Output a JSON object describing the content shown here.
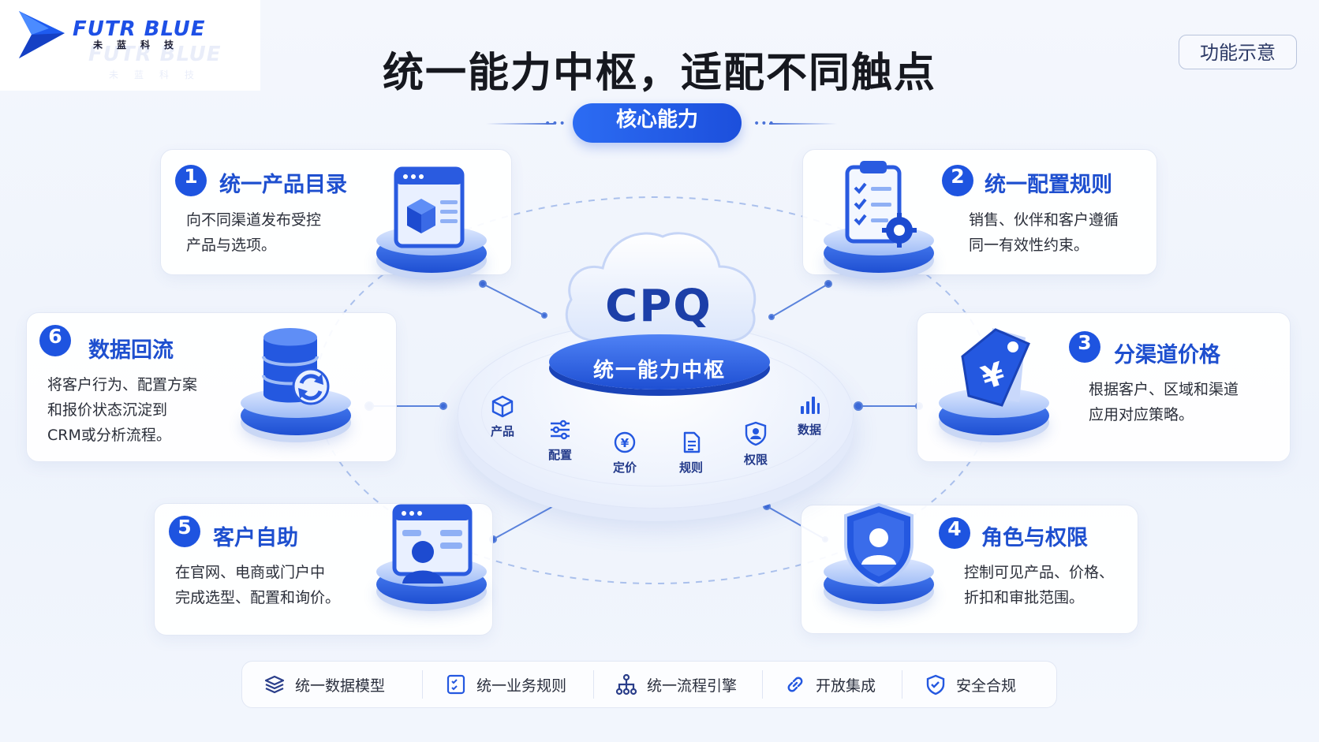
{
  "logo": {
    "brand": "FUTR BLUE",
    "sub": "未蓝科技",
    "ghost": "FUTR BLUE",
    "ghost_sub": "未蓝科技"
  },
  "header": {
    "title": "统一能力中枢，适配不同触点",
    "tag": "功能示意"
  },
  "core": {
    "label": "核心能力"
  },
  "center": {
    "cpq": "CPQ",
    "band": "统一能力中枢",
    "capabilities": [
      {
        "label": "产品",
        "icon": "box-icon"
      },
      {
        "label": "配置",
        "icon": "sliders-icon"
      },
      {
        "label": "定价",
        "icon": "yen-icon"
      },
      {
        "label": "规则",
        "icon": "document-icon"
      },
      {
        "label": "权限",
        "icon": "shield-user-icon"
      },
      {
        "label": "数据",
        "icon": "bar-chart-icon"
      }
    ]
  },
  "cards": [
    {
      "num": "1",
      "title": "统一产品目录",
      "desc": [
        "向不同渠道发布受控",
        "产品与选项。"
      ],
      "icon": "catalog-window-icon"
    },
    {
      "num": "2",
      "title": "统一配置规则",
      "desc": [
        "销售、伙伴和客户遵循",
        "同一有效性约束。"
      ],
      "icon": "clipboard-gear-icon"
    },
    {
      "num": "3",
      "title": "分渠道价格",
      "desc": [
        "根据客户、区域和渠道",
        "应用对应策略。"
      ],
      "icon": "price-tag-icon"
    },
    {
      "num": "4",
      "title": "角色与权限",
      "desc": [
        "控制可见产品、价格、",
        "折扣和审批范围。"
      ],
      "icon": "shield-icon"
    },
    {
      "num": "5",
      "title": "客户自助",
      "desc": [
        "在官网、电商或门户中",
        "完成选型、配置和询价。"
      ],
      "icon": "self-service-icon"
    },
    {
      "num": "6",
      "title": "数据回流",
      "desc": [
        "将客户行为、配置方案",
        "和报价状态沉淀到",
        "CRM或分析流程。"
      ],
      "icon": "database-sync-icon"
    }
  ],
  "bottom_bar": [
    {
      "label": "统一数据模型",
      "icon": "layers-icon"
    },
    {
      "label": "统一业务规则",
      "icon": "checklist-icon"
    },
    {
      "label": "统一流程引擎",
      "icon": "flow-icon"
    },
    {
      "label": "开放集成",
      "icon": "link-icon"
    },
    {
      "label": "安全合规",
      "icon": "shield-check-icon"
    }
  ],
  "colors": {
    "primary": "#1e54e0",
    "title_blue": "#1e4fcf",
    "dark": "#16181f"
  }
}
